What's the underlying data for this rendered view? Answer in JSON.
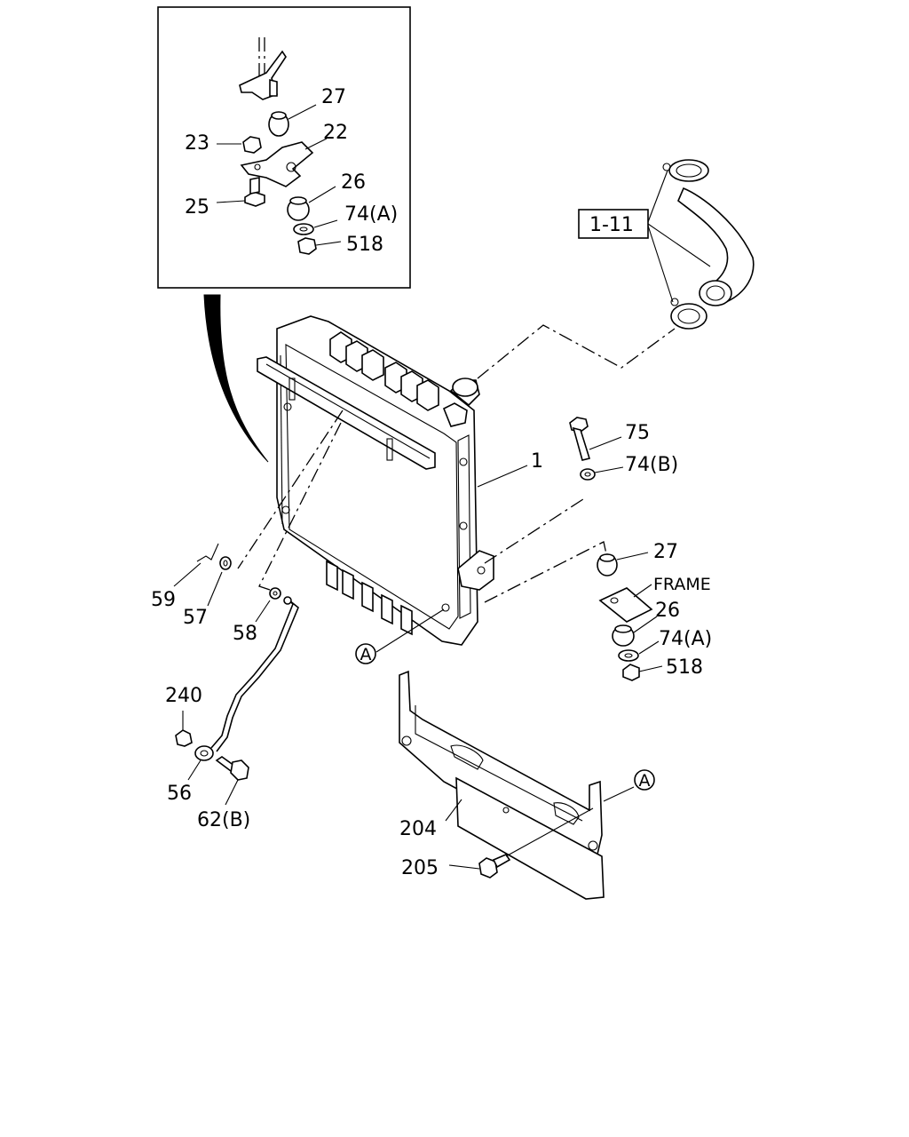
{
  "diagram": {
    "ref_box_label": "1-11",
    "frame_label": "FRAME",
    "detail_labels": {
      "p27": "27",
      "p22": "22",
      "p23": "23",
      "p26": "26",
      "p25": "25",
      "p74a": "74(A)",
      "p518": "518"
    },
    "labels": {
      "p75": "75",
      "p74b": "74(B)",
      "p1": "1",
      "p27": "27",
      "p26": "26",
      "p74a": "74(A)",
      "p518": "518",
      "p59": "59",
      "p57": "57",
      "p58": "58",
      "p240": "240",
      "p56": "56",
      "p62b": "62(B)",
      "p204": "204",
      "p205": "205"
    },
    "callouts": {
      "a1": "A",
      "a2": "A"
    }
  }
}
